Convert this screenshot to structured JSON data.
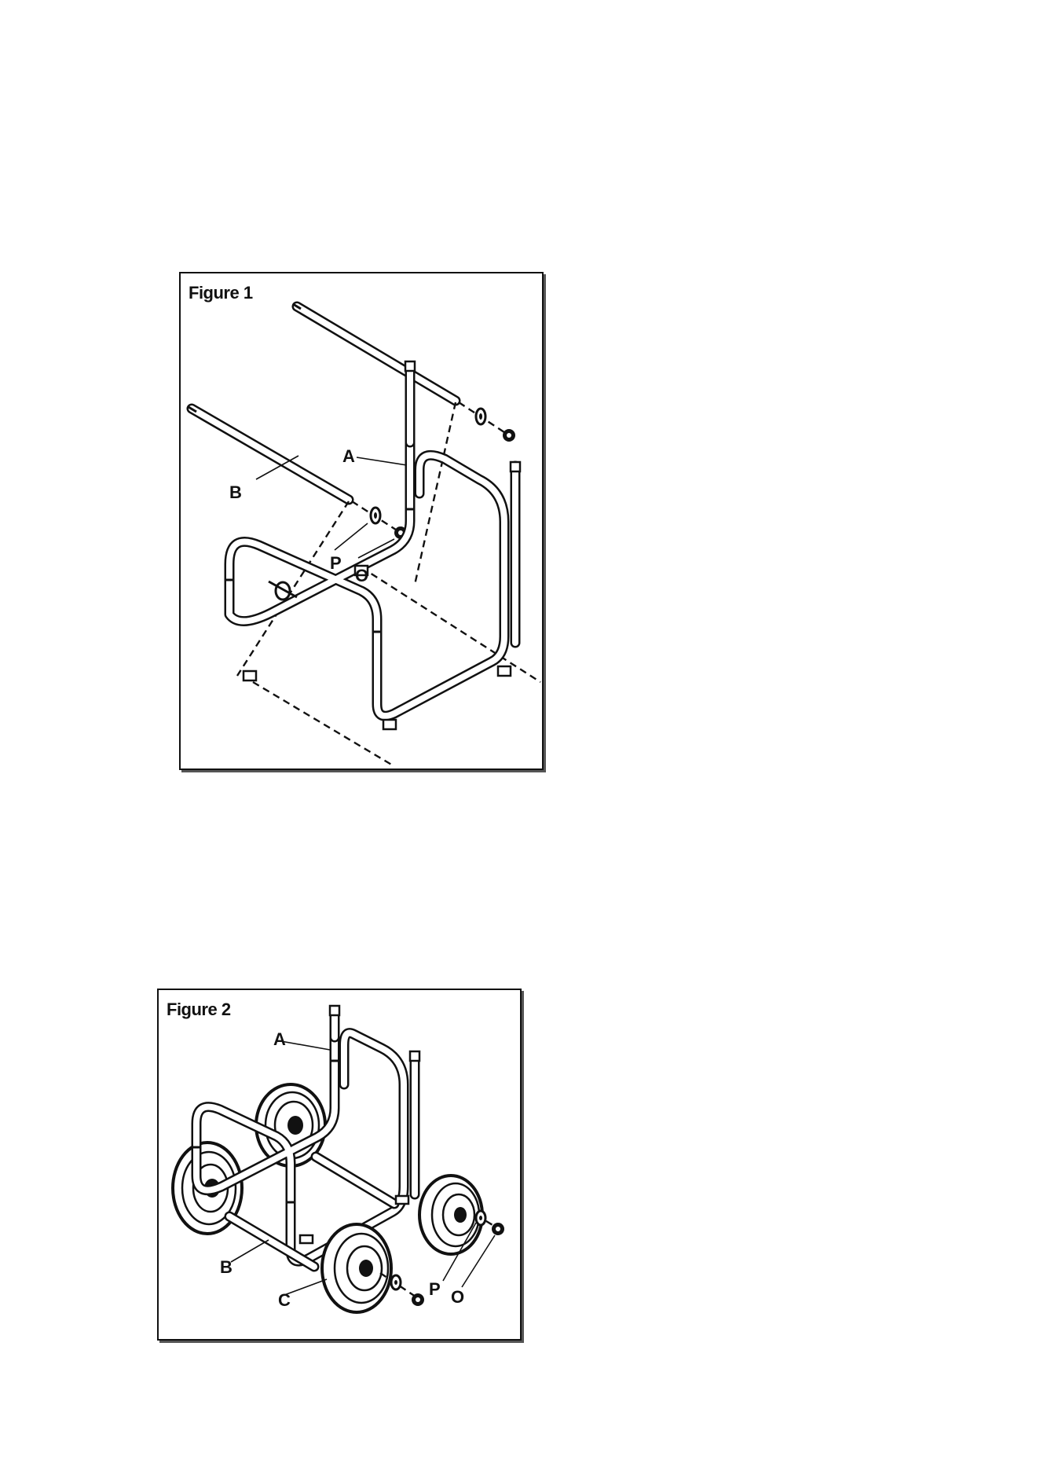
{
  "figures": [
    {
      "title": "Figure 1",
      "labels": {
        "a": "A",
        "b": "B",
        "p": "P",
        "o": "O"
      }
    },
    {
      "title": "Figure 2",
      "labels": {
        "a": "A",
        "b": "B",
        "c": "C",
        "p": "P",
        "o": "O"
      }
    }
  ],
  "colors": {
    "line": "#111111",
    "background": "#ffffff"
  }
}
